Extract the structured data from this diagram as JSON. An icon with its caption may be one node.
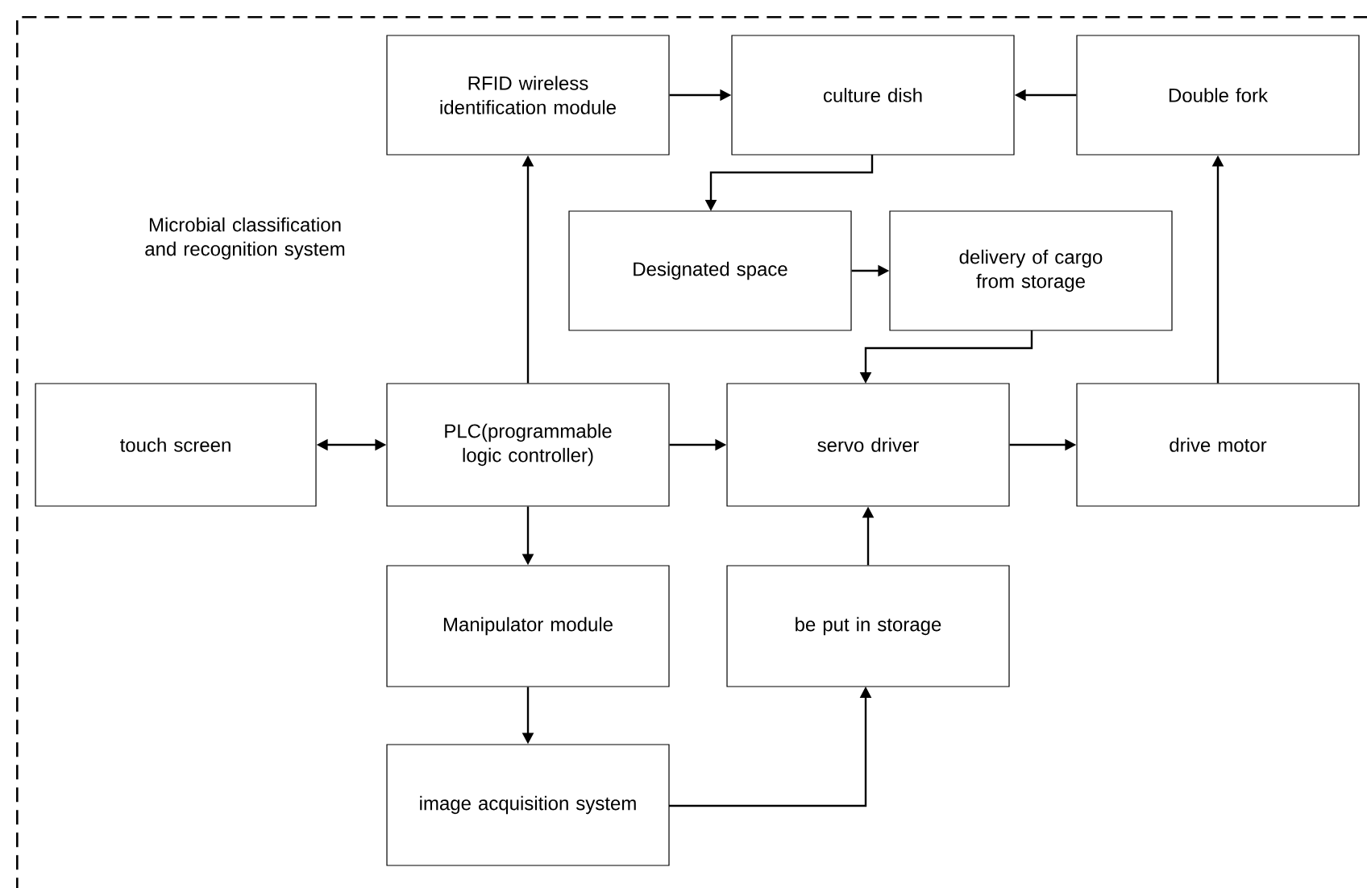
{
  "diagram": {
    "nodes": [
      {
        "text": [
          "Microbial classification and recognition system"
        ]
      },
      {
        "text": [
          "RFID wireless identification module"
        ],
        "in": 0
      },
      {
        "text": [
          "culture dish"
        ],
        "in": 0
      },
      {
        "text": [
          "Double fork"
        ],
        "in": 0
      },
      {
        "text": [
          "Designated space"
        ],
        "in": 0
      },
      {
        "text": [
          "delivery of cargo from storage"
        ],
        "in": 0
      },
      {
        "text": [
          "touch screen"
        ],
        "in": 0
      },
      {
        "text": [
          "PLC(programmable logic controller)"
        ],
        "in": 0
      },
      {
        "text": [
          "servo driver"
        ],
        "in": 0
      },
      {
        "text": [
          "drive motor"
        ],
        "in": 0
      },
      {
        "text": [
          "Manipulator module"
        ],
        "in": 0
      },
      {
        "text": [
          "be put in storage"
        ],
        "in": 0
      },
      {
        "text": [
          "image acquisition system"
        ],
        "in": 0
      }
    ],
    "edges": [
      {
        "from": 1,
        "to": 2,
        "arrow": "to"
      },
      {
        "from": 3,
        "to": 2,
        "arrow": "to"
      },
      {
        "from": 2,
        "to": 4,
        "arrow": "to"
      },
      {
        "from": 4,
        "to": 5,
        "arrow": "to"
      },
      {
        "from": 5,
        "to": 8,
        "arrow": "to"
      },
      {
        "from": 6,
        "to": 7,
        "arrow": "both"
      },
      {
        "from": 7,
        "to": 8,
        "arrow": "to"
      },
      {
        "from": 8,
        "to": 9,
        "arrow": "to"
      },
      {
        "from": 9,
        "to": 3,
        "arrow": "to"
      },
      {
        "from": 7,
        "to": 1,
        "arrow": "to"
      },
      {
        "from": 7,
        "to": 10,
        "arrow": "to"
      },
      {
        "from": 10,
        "to": 12,
        "arrow": "to"
      },
      {
        "from": 12,
        "to": 11,
        "arrow": "to"
      },
      {
        "from": 11,
        "to": 8,
        "arrow": "to"
      }
    ]
  }
}
